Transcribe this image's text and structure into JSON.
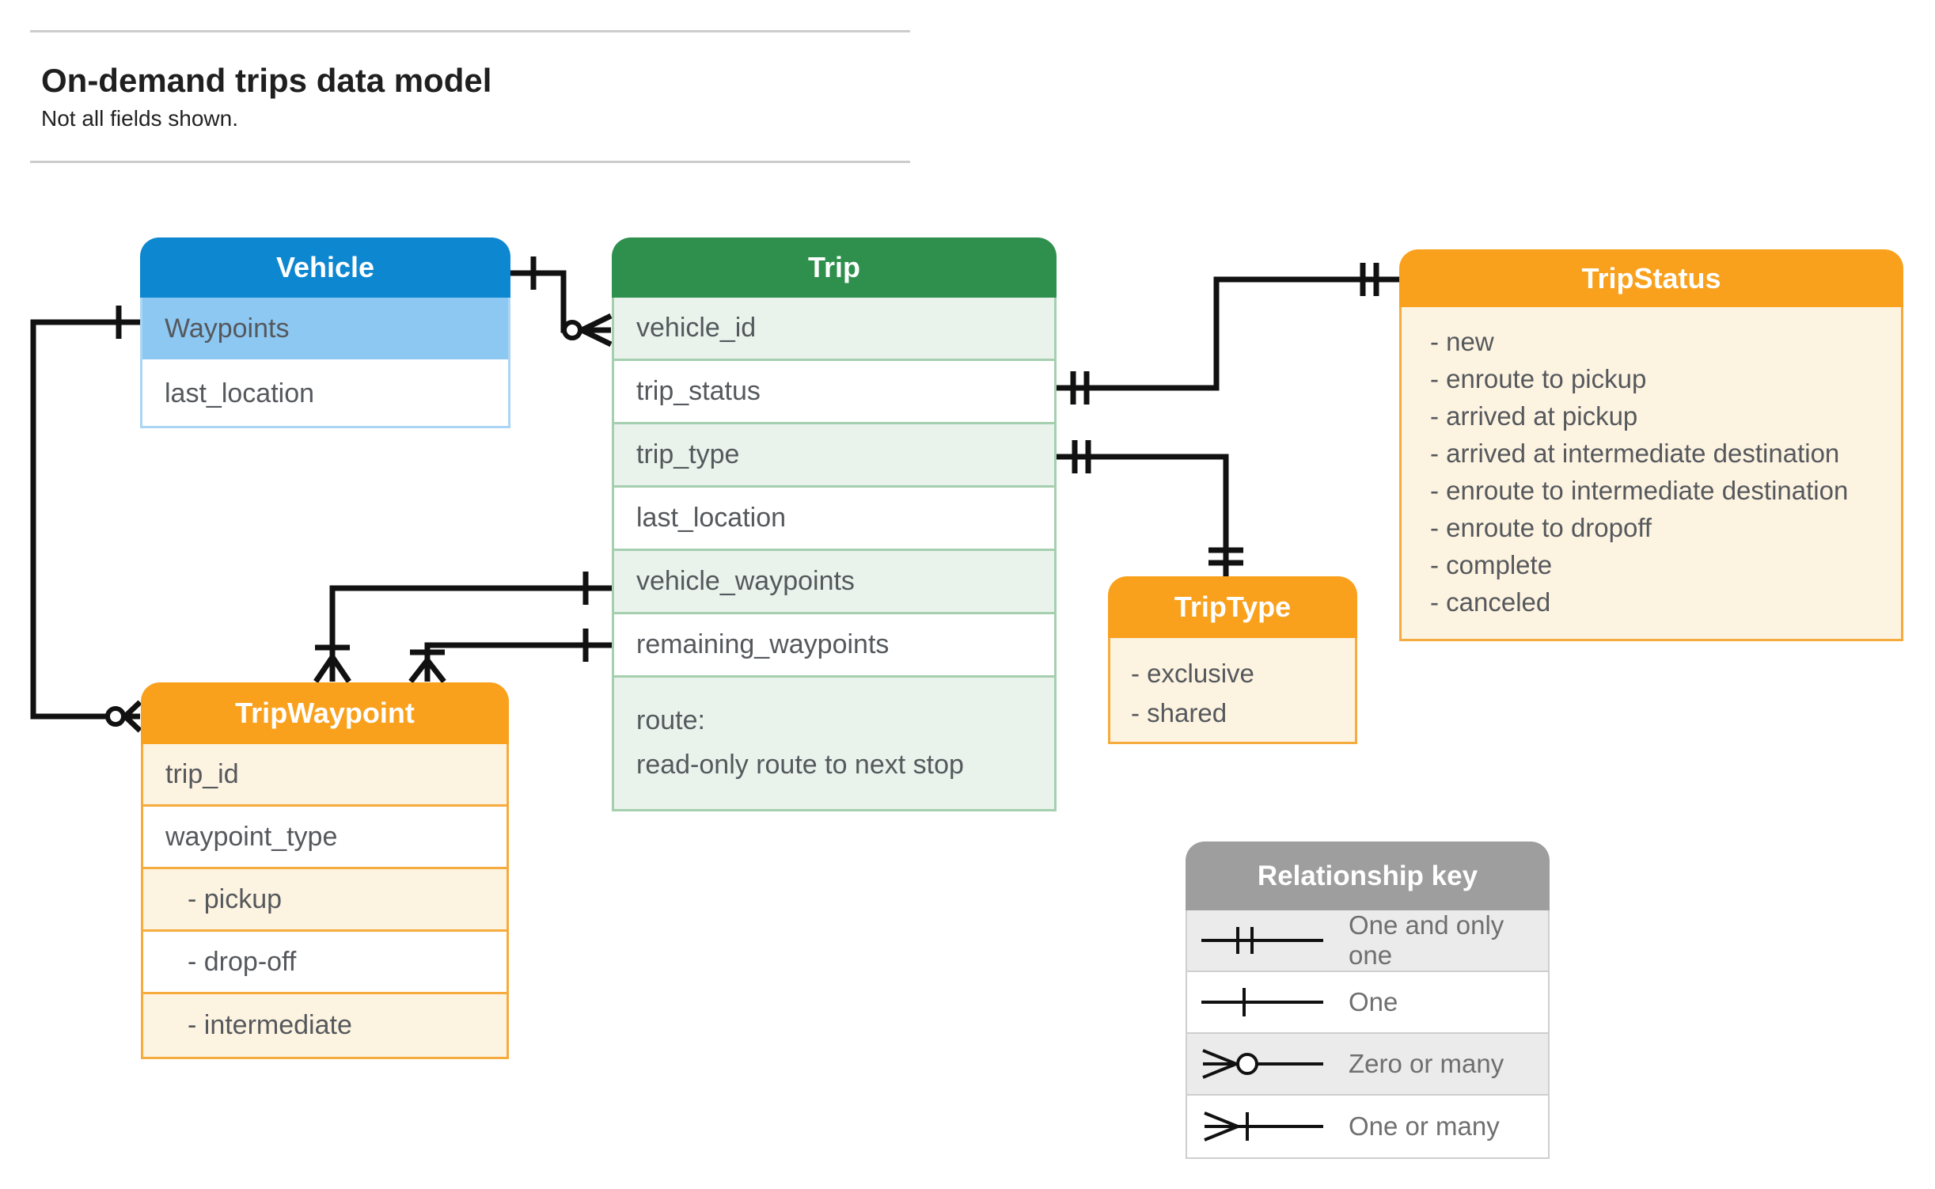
{
  "header": {
    "title": "On-demand trips data model",
    "subtitle": "Not all fields shown."
  },
  "entities": {
    "vehicle": {
      "title": "Vehicle",
      "rows": [
        "Waypoints",
        "last_location"
      ]
    },
    "trip": {
      "title": "Trip",
      "rows": [
        "vehicle_id",
        "trip_status",
        "trip_type",
        "last_location",
        "vehicle_waypoints",
        "remaining_waypoints"
      ],
      "route": [
        "route:",
        "read-only route to next stop"
      ]
    },
    "trip_status": {
      "title": "TripStatus",
      "items": [
        "- new",
        "- enroute to pickup",
        "- arrived at pickup",
        "- arrived at intermediate destination",
        "- enroute to intermediate destination",
        "- enroute to dropoff",
        "- complete",
        "- canceled"
      ]
    },
    "trip_type": {
      "title": "TripType",
      "items": [
        "- exclusive",
        "- shared"
      ]
    },
    "trip_waypoint": {
      "title": "TripWaypoint",
      "rows": [
        "trip_id",
        "waypoint_type",
        "- pickup",
        "- drop-off",
        "- intermediate"
      ]
    }
  },
  "legend": {
    "title": "Relationship key",
    "items": [
      {
        "symbol": "one-and-only-one",
        "label": "One and only one"
      },
      {
        "symbol": "one",
        "label": "One"
      },
      {
        "symbol": "zero-or-many",
        "label": "Zero or many"
      },
      {
        "symbol": "one-or-many",
        "label": "One or many"
      }
    ]
  },
  "colors": {
    "vehicle_header": "#0e87d1",
    "vehicle_highlight_row": "#8dc8f2",
    "vehicle_border": "#abd5f4",
    "trip_header": "#2f8f4c",
    "trip_row": "#e9f3ec",
    "trip_border": "#a5cfae",
    "orange_header": "#f9a11d",
    "orange_row": "#fdf3e1",
    "orange_border": "#f5ab3d",
    "legend_header": "#9e9e9e",
    "legend_row": "#ebebeb",
    "connector": "#111111",
    "row_text": "#55585c"
  }
}
